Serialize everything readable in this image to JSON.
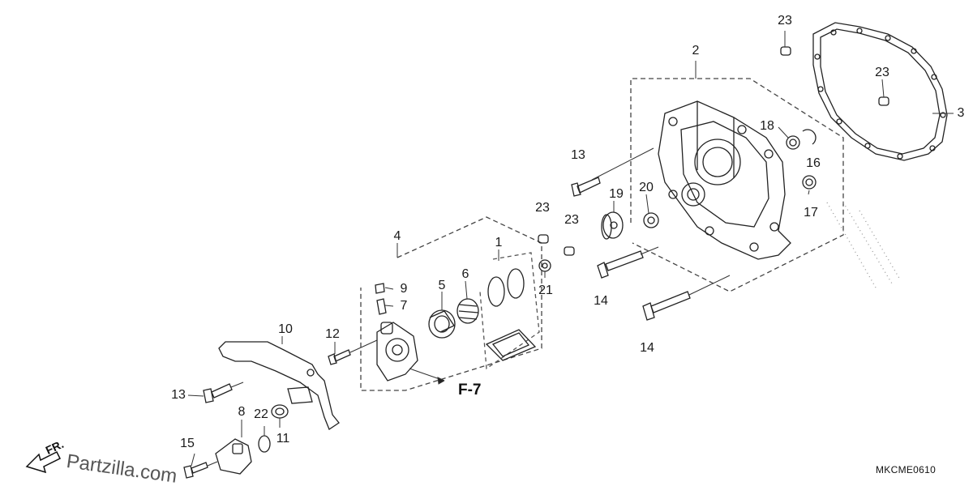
{
  "diagram": {
    "code": "MKCME0610",
    "ref_label": "F-7",
    "front_label": "FR.",
    "watermark": "Partzilla.com",
    "callouts": {
      "c1": "1",
      "c2": "2",
      "c3": "3",
      "c4": "4",
      "c5": "5",
      "c6": "6",
      "c7": "7",
      "c8": "8",
      "c9": "9",
      "c10": "10",
      "c11": "11",
      "c12": "12",
      "c13a": "13",
      "c13b": "13",
      "c14a": "14",
      "c14b": "14",
      "c15": "15",
      "c16": "16",
      "c17": "17",
      "c18": "18",
      "c19": "19",
      "c20": "20",
      "c21": "21",
      "c22": "22",
      "c23a": "23",
      "c23b": "23",
      "c23c": "23",
      "c23d": "23"
    }
  }
}
